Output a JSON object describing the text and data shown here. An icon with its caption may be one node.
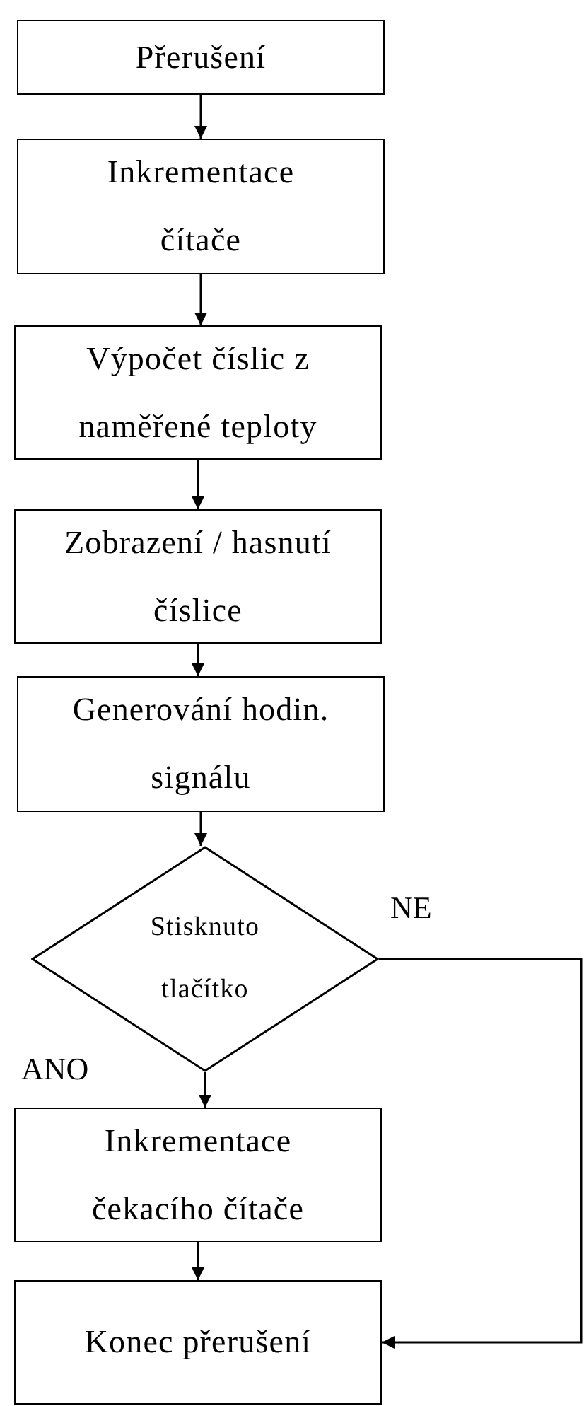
{
  "diagram": {
    "nodes": [
      {
        "text": [
          "Přerušení"
        ]
      },
      {
        "text": [
          "Inkrementace čítače"
        ]
      },
      {
        "text": [
          "Výpočet číslic z naměřené teploty"
        ]
      },
      {
        "text": [
          "Zobrazení / hasnutí číslice"
        ]
      },
      {
        "text": [
          "Generování hodin. signálu"
        ]
      },
      {
        "text": [
          "Stisknuto tlačítko"
        ]
      },
      {
        "text": [
          "Inkrementace čekacího čítače"
        ]
      },
      {
        "text": [
          "Konec přerušení"
        ]
      }
    ],
    "edges": [
      {
        "from": 0,
        "to": 1,
        "arrow": "to"
      },
      {
        "from": 1,
        "to": 2,
        "arrow": "to"
      },
      {
        "from": 2,
        "to": 3,
        "arrow": "to"
      },
      {
        "from": 3,
        "to": 4,
        "arrow": "to"
      },
      {
        "from": 4,
        "to": 5,
        "arrow": "to"
      },
      {
        "from": 5,
        "to": 6,
        "arrow": "to",
        "label": "ANO"
      },
      {
        "from": 5,
        "to": 7,
        "arrow": "to",
        "label": "NE"
      },
      {
        "from": 6,
        "to": 7,
        "arrow": "to"
      }
    ]
  }
}
